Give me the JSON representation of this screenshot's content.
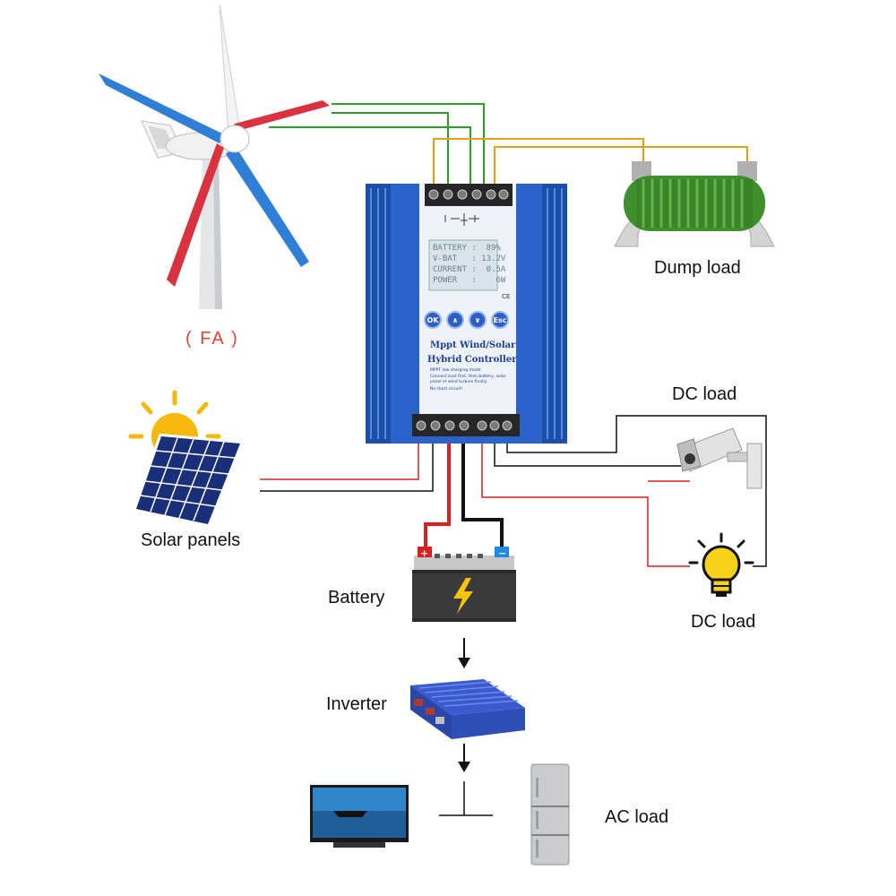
{
  "labels": {
    "wind_turbine": "( FA )",
    "dump_load": "Dump load",
    "dc_load_top": "DC load",
    "dc_load_bottom": "DC load",
    "solar_panels": "Solar panels",
    "battery": "Battery",
    "inverter": "Inverter",
    "ac_load": "AC load"
  },
  "controller": {
    "lcd_lines": [
      "BATTERY :  89%",
      "V-BAT   : 13.2V",
      "CURRENT :  0.5A",
      "POWER   :    6W"
    ],
    "ce_mark": "CE",
    "buttons": [
      "OK",
      "∧",
      "∨",
      "Esc"
    ],
    "title_line1": "Mppt Wind/Solar",
    "title_line2": "Hybrid Controller",
    "notes": [
      "MPPT low charging mode",
      "Connect load first, then battery, solar panel or wind turbine finally.",
      "No short circuit!"
    ]
  },
  "battery_terminals": {
    "positive": "+",
    "negative": "−"
  },
  "colors": {
    "controller_blue": "#2a63c9",
    "wire_red": "#d82020",
    "wire_black": "#111111",
    "wire_green": "#2aa02a",
    "wire_orange": "#e8a010",
    "blade_blue": "#2f7fd6",
    "blade_red": "#d8333f",
    "resistor_green": "#3f8f2c",
    "sun_yellow": "#f6b80e"
  },
  "icons": [
    "wind-turbine-icon",
    "solar-panel-icon",
    "battery-icon",
    "inverter-icon",
    "dump-load-resistor-icon",
    "cctv-camera-icon",
    "light-bulb-icon",
    "television-icon",
    "refrigerator-icon"
  ]
}
